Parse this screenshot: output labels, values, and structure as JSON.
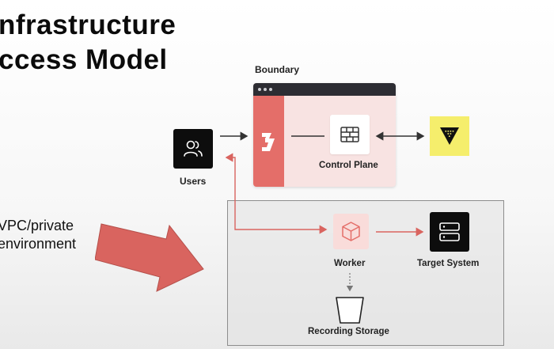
{
  "slide": {
    "title_line1": "nfrastructure",
    "title_line2": "ccess Model",
    "side_line1": "VPC/private",
    "side_line2": "environment"
  },
  "diagram": {
    "boundary_label": "Boundary",
    "control_plane_label": "Control Plane",
    "users_label": "Users",
    "worker_label": "Worker",
    "target_label": "Target System",
    "recording_label": "Recording Storage"
  },
  "colors": {
    "boundary_red": "#e46e69",
    "boundary_pink": "#f8e3e2",
    "vault_yellow": "#f5ee6c",
    "arrow_red": "#d9645f",
    "dark": "#0d0d0d"
  },
  "icons": {
    "boundary_logo": "boundary-logo-icon",
    "control_plane": "brick-wall-icon",
    "users": "users-icon",
    "vault": "vault-triangle-icon",
    "worker": "cube-icon",
    "target": "server-icon",
    "recording": "bucket-icon"
  }
}
